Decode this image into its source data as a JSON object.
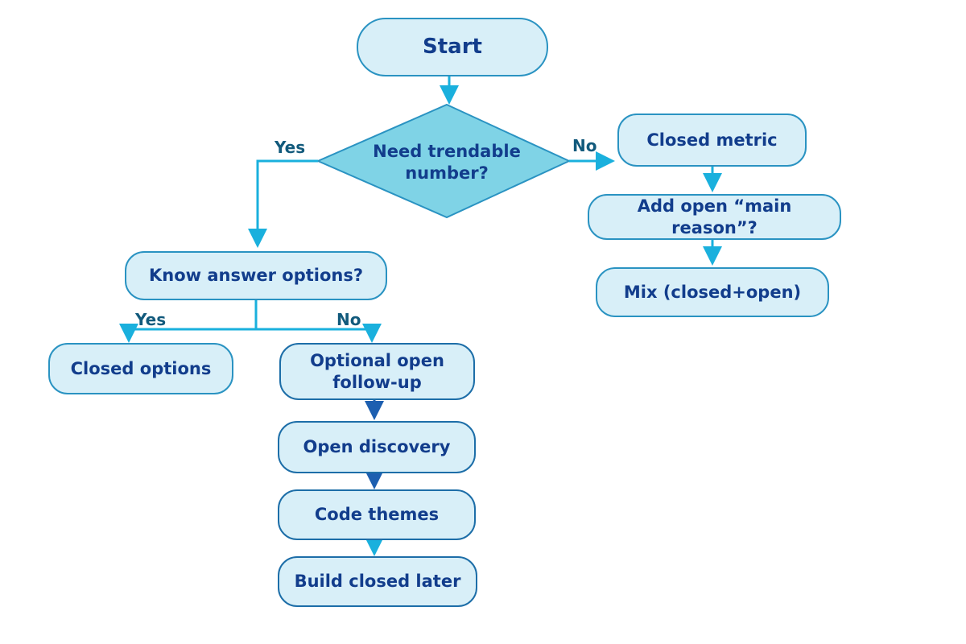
{
  "nodes": {
    "start": "Start",
    "decision_trendable": "Need trendable number?",
    "know_options": "Know answer options?",
    "closed_options": "Closed options",
    "optional_followup": "Optional open follow-up",
    "open_discovery": "Open discovery",
    "code_themes": "Code themes",
    "build_closed_later": "Build closed later",
    "closed_metric": "Closed metric",
    "add_main_reason": "Add open “main reason”?",
    "mix": "Mix (closed+open)"
  },
  "edges": {
    "trendable_yes": "Yes",
    "trendable_no": "No",
    "options_yes": "Yes",
    "options_no": "No"
  },
  "colors": {
    "node_fill": "#d8eff8",
    "node_border": "#2a93c2",
    "diamond_fill": "#7fd3e6",
    "arrow_light": "#1ab0dd",
    "arrow_dark": "#1d5fb0",
    "text": "#123d8c"
  }
}
